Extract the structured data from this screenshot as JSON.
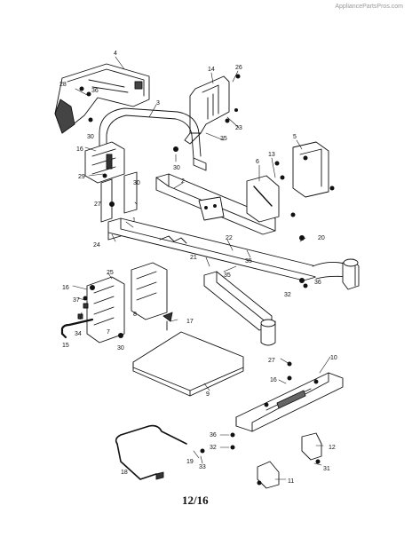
{
  "watermark": "AppliancePartsPros.com",
  "page_number": "12/16",
  "callouts": [
    "1",
    "2",
    "3",
    "4",
    "5",
    "6",
    "7",
    "8",
    "9",
    "10",
    "11",
    "12",
    "13",
    "14",
    "15",
    "16",
    "17",
    "18",
    "19",
    "20",
    "21",
    "22",
    "23",
    "24",
    "25",
    "26",
    "27",
    "28",
    "29",
    "30",
    "31",
    "32",
    "33",
    "34",
    "35",
    "36",
    "37"
  ],
  "colors": {
    "line": "#111111",
    "shade": "#3a3a3a",
    "paper": "#ffffff",
    "watermark": "#9a9a9a"
  }
}
